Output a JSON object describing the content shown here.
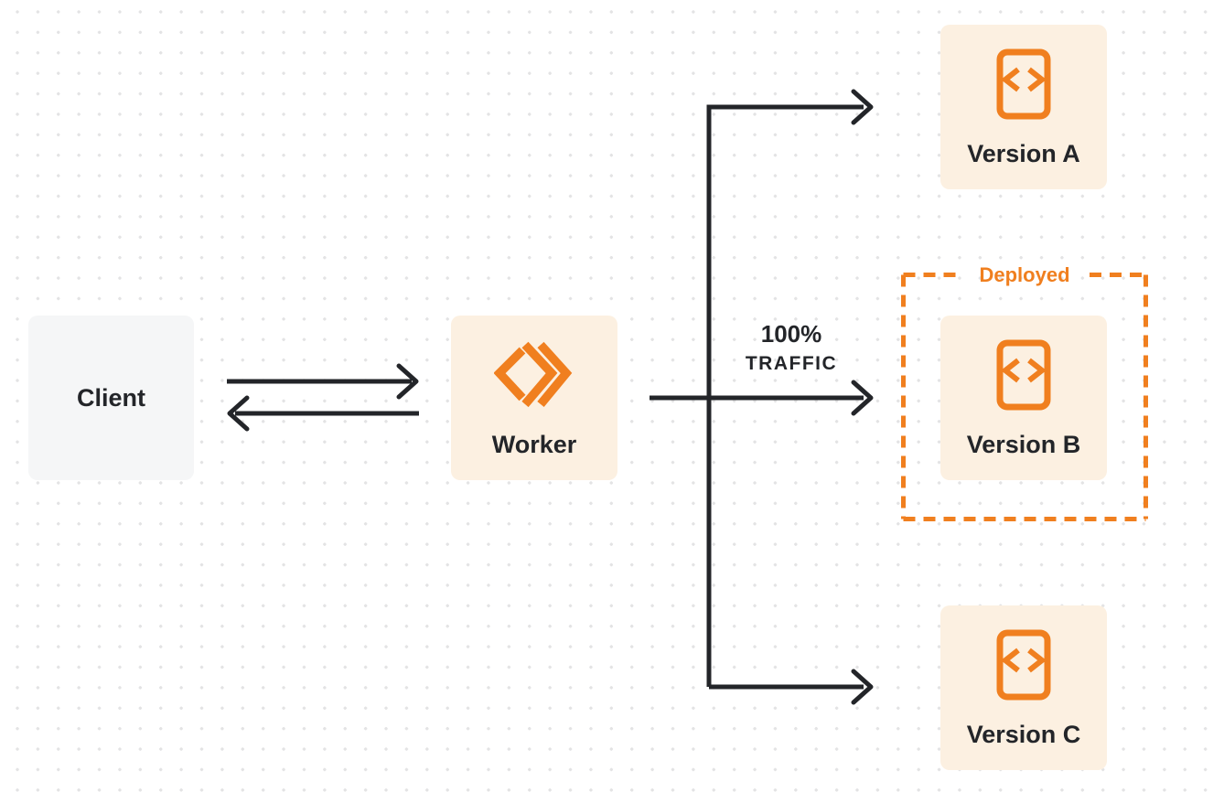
{
  "diagram": {
    "client": {
      "label": "Client"
    },
    "worker": {
      "label": "Worker"
    },
    "traffic": {
      "line1": "100%",
      "line2": "TRAFFIC"
    },
    "deployed": {
      "label": "Deployed"
    },
    "versions": [
      {
        "label": "Version A",
        "deployed": false
      },
      {
        "label": "Version B",
        "deployed": true
      },
      {
        "label": "Version C",
        "deployed": false
      }
    ]
  },
  "icons": {
    "worker_icon": "cloudflare-workers-logo-icon",
    "version_icon": "code-document-icon"
  },
  "colors": {
    "accent_orange": "#F07F1F",
    "node_cream": "#FCF0E1",
    "client_gray": "#F5F6F7",
    "ink": "#232529",
    "dot_grid": "#E3E3E4"
  }
}
